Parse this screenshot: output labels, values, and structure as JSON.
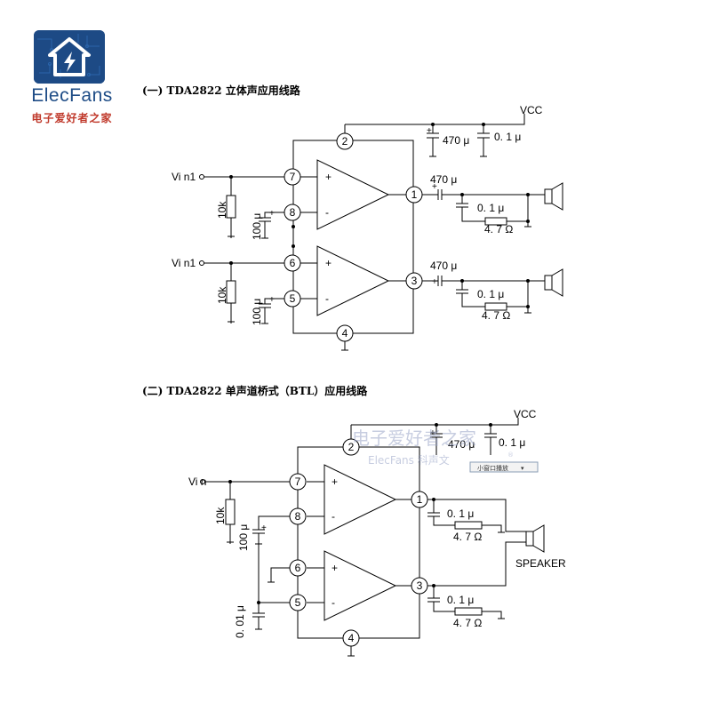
{
  "logo": {
    "name": "ElecFans",
    "tagline": "电子爱好者之家"
  },
  "titles": {
    "section1": "(一) TDA2822 立体声应用线路",
    "section2": "(二) TDA2822 单声道桥式（BTL）应用线路"
  },
  "circuit1": {
    "vcc": "VCC",
    "pins": {
      "p1": "1",
      "p2": "2",
      "p3": "3",
      "p4": "4",
      "p5": "5",
      "p6": "6",
      "p7": "7",
      "p8": "8"
    },
    "inputs": {
      "in1": "Vi n1",
      "in2": "Vi n1"
    },
    "plus": "+",
    "minus": "-",
    "supply_caps": {
      "c1": "470 μ",
      "c2": "0. 1 μ"
    },
    "out_caps": {
      "c1": "470 μ",
      "c2": "470 μ"
    },
    "zobel_caps": {
      "c1": "0. 1 μ",
      "c2": "0. 1 μ"
    },
    "resistors": {
      "r1": "4. 7 Ω",
      "r2": "4. 7 Ω"
    },
    "input_res": {
      "r1": "10k",
      "r2": "10k"
    },
    "fb_caps": {
      "c1": "100 μ",
      "c2": "100 μ"
    }
  },
  "circuit2": {
    "vcc": "VCC",
    "pins": {
      "p1": "1",
      "p2": "2",
      "p3": "3",
      "p4": "4",
      "p5": "5",
      "p6": "6",
      "p7": "7",
      "p8": "8"
    },
    "input": "Vi n",
    "plus": "+",
    "minus": "-",
    "supply_caps": {
      "c1": "470 μ",
      "c2": "0. 1 μ"
    },
    "zobel_caps": {
      "c1": "0. 1 μ",
      "c2": "0. 1 μ"
    },
    "resistors": {
      "r1": "4. 7 Ω",
      "r2": "4. 7 Ω"
    },
    "input_res": "10k",
    "fb_cap": "100 μ",
    "cap_small": "0. 01 μ",
    "speaker": "SPEAKER"
  },
  "watermark": {
    "line1": "电子爱好者之家",
    "line2": "ElecFans 科声文",
    "reg": "®"
  },
  "popup": {
    "label": "小窗口播放",
    "arrow": "▾"
  }
}
